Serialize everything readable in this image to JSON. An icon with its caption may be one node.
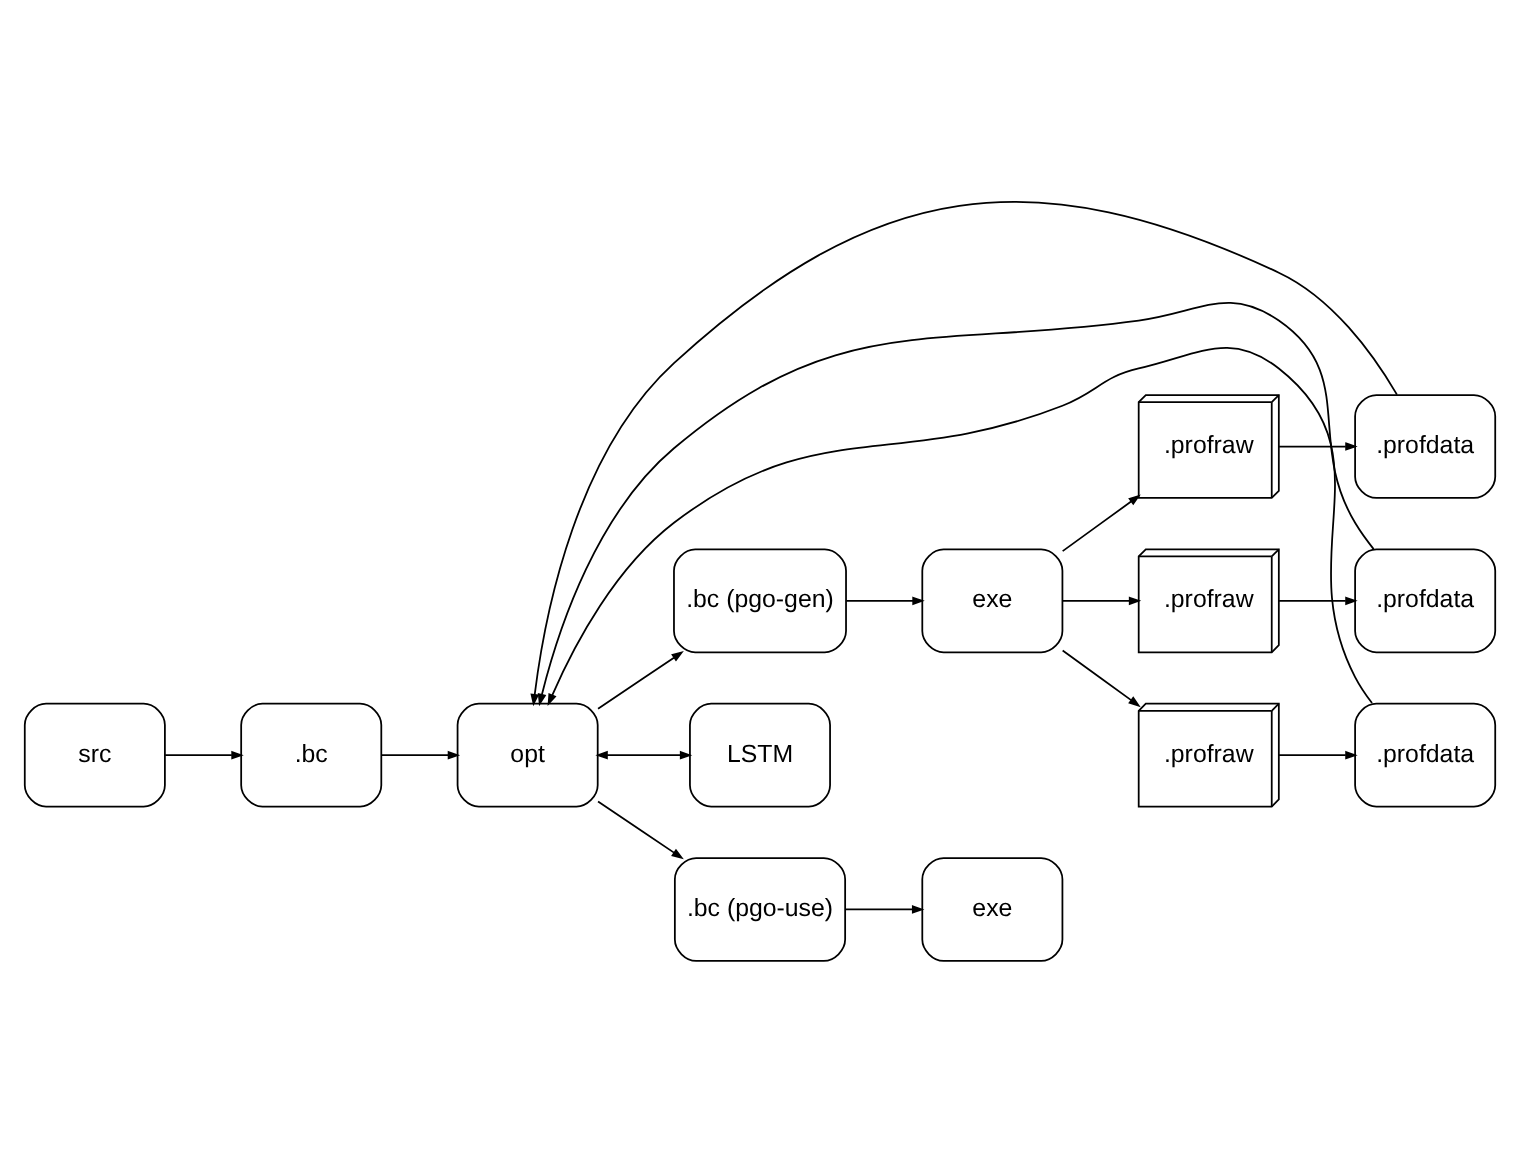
{
  "diagram": {
    "nodes": [
      {
        "text": [
          ".profdata"
        ]
      },
      {
        "text": [
          ".profdata"
        ]
      },
      {
        "text": [
          ".profdata"
        ]
      },
      {
        "text": [
          ".profraw"
        ]
      },
      {
        "text": [
          ".profraw"
        ]
      },
      {
        "text": [
          ".profraw"
        ]
      },
      {
        "text": [
          "exe"
        ]
      },
      {
        "text": [
          "src"
        ]
      },
      {
        "text": [
          ".bc"
        ]
      },
      {
        "text": [
          "opt"
        ]
      },
      {
        "text": [
          ".bc (pgo-gen)"
        ]
      },
      {
        "text": [
          "LSTM"
        ]
      },
      {
        "text": [
          ".bc (pgo-use)"
        ]
      },
      {
        "text": [
          "exe"
        ]
      }
    ],
    "edges": [
      {
        "from": 7,
        "to": 8,
        "arrow": "to"
      },
      {
        "from": 8,
        "to": 9,
        "arrow": "to"
      },
      {
        "from": 9,
        "to": 10,
        "arrow": "to"
      },
      {
        "from": 10,
        "to": 6,
        "arrow": "to"
      },
      {
        "from": 6,
        "to": 3,
        "arrow": "to"
      },
      {
        "from": 6,
        "to": 4,
        "arrow": "to"
      },
      {
        "from": 6,
        "to": 5,
        "arrow": "to"
      },
      {
        "from": 3,
        "to": 0,
        "arrow": "to"
      },
      {
        "from": 4,
        "to": 1,
        "arrow": "to"
      },
      {
        "from": 5,
        "to": 2,
        "arrow": "to"
      },
      {
        "from": 0,
        "to": 9,
        "arrow": "to"
      },
      {
        "from": 1,
        "to": 9,
        "arrow": "to"
      },
      {
        "from": 2,
        "to": 9,
        "arrow": "to"
      },
      {
        "from": 9,
        "to": 11,
        "arrow": "both"
      },
      {
        "from": 9,
        "to": 12,
        "arrow": "to"
      },
      {
        "from": 12,
        "to": 13,
        "arrow": "to"
      }
    ]
  }
}
